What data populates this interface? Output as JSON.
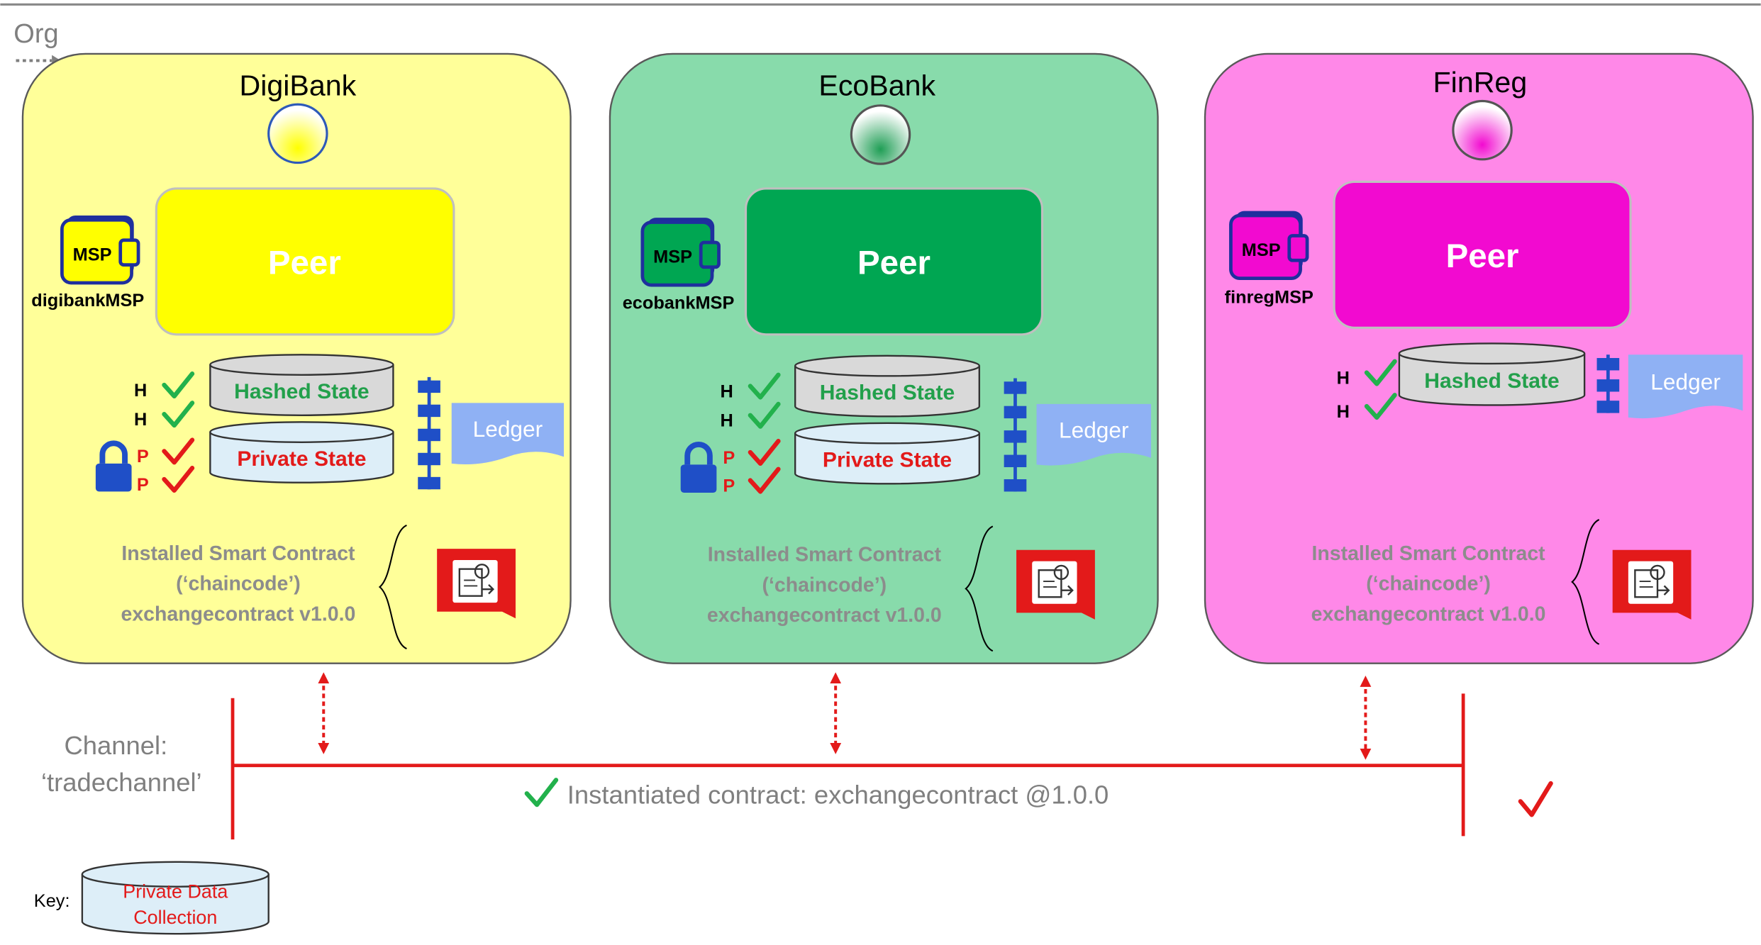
{
  "legend_title": "Org",
  "orgs": [
    {
      "name": "DigiBank",
      "msp_badge": "MSP",
      "msp_name": "digibankMSP",
      "peer_label": "Peer",
      "hashed_state": "Hashed State",
      "private_state": "Private State",
      "ledger": "Ledger",
      "has_private": true,
      "marks_h": [
        "H",
        "H"
      ],
      "marks_p": [
        "P",
        "P"
      ],
      "contract_lines": [
        "Installed Smart Contract",
        "(‘chaincode’)",
        "exchangecontract v1.0.0"
      ],
      "colors": {
        "box": "#ffff99",
        "peer": "#ffff00",
        "peer_text": "#ffffff",
        "badge": "#ffff00",
        "dot": "#ffff00"
      }
    },
    {
      "name": "EcoBank",
      "msp_badge": "MSP",
      "msp_name": "ecobankMSP",
      "peer_label": "Peer",
      "hashed_state": "Hashed State",
      "private_state": "Private State",
      "ledger": "Ledger",
      "has_private": true,
      "marks_h": [
        "H",
        "H"
      ],
      "marks_p": [
        "P",
        "P"
      ],
      "contract_lines": [
        "Installed Smart Contract",
        "(‘chaincode’)",
        "exchangecontract v1.0.0"
      ],
      "colors": {
        "box": "#88dbab",
        "peer": "#00a652",
        "peer_text": "#ffffff",
        "badge": "#00a652",
        "dot": "#1f9e55"
      }
    },
    {
      "name": "FinReg",
      "msp_badge": "MSP",
      "msp_name": "finregMSP",
      "peer_label": "Peer",
      "hashed_state": "Hashed State",
      "private_state": "",
      "ledger": "Ledger",
      "has_private": false,
      "marks_h": [
        "H",
        "H"
      ],
      "marks_p": [],
      "contract_lines": [
        "Installed Smart Contract",
        "(‘chaincode’)",
        "exchangecontract v1.0.0"
      ],
      "colors": {
        "box": "#ff88e8",
        "peer": "#f20ad0",
        "peer_text": "#ffffff",
        "badge": "#f20ad0",
        "dot": "#f20ad0"
      }
    }
  ],
  "channel": {
    "label_lines": [
      "Channel:",
      "‘tradechannel’"
    ],
    "contract_text": "Instantiated contract: exchangecontract @1.0.0"
  },
  "key": {
    "label": "Key:",
    "item_lines": [
      "Private Data",
      "Collection"
    ]
  },
  "colors": {
    "channel": "#e31a1a",
    "check_green": "#22b14c",
    "check_red": "#e31a1a",
    "ledger": "#8fb1f4",
    "blockchain": "#1f4fc7",
    "cyl_gray": "#d9d9d9",
    "cyl_blue": "#ddeef8",
    "hashed_text": "#22a04b",
    "private_text": "#e31a1a",
    "contract_text": "#8c8c8c",
    "label_gray": "#7f7f7f"
  }
}
